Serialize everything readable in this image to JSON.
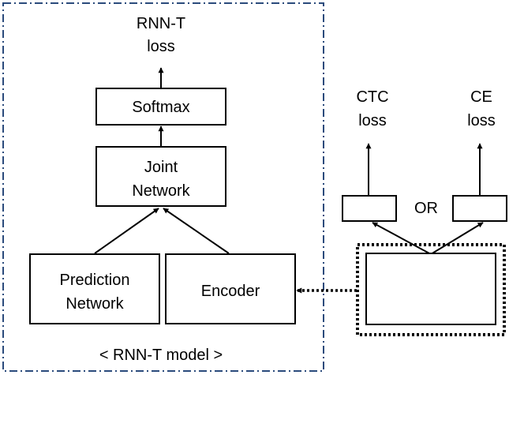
{
  "rnnt_loss": {
    "line1": "RNN-T",
    "line2": "loss"
  },
  "softmax": "Softmax",
  "joint_network": {
    "line1": "Joint",
    "line2": "Network"
  },
  "prediction_network": {
    "line1": "Prediction",
    "line2": "Network"
  },
  "encoder": "Encoder",
  "model_caption": "< RNN-T model >",
  "ctc_loss": {
    "line1": "CTC",
    "line2": "loss"
  },
  "ce_loss": {
    "line1": "CE",
    "line2": "loss"
  },
  "or_label": "OR",
  "colors": {
    "model_border": "#2b4b7c",
    "stroke": "#000000"
  }
}
